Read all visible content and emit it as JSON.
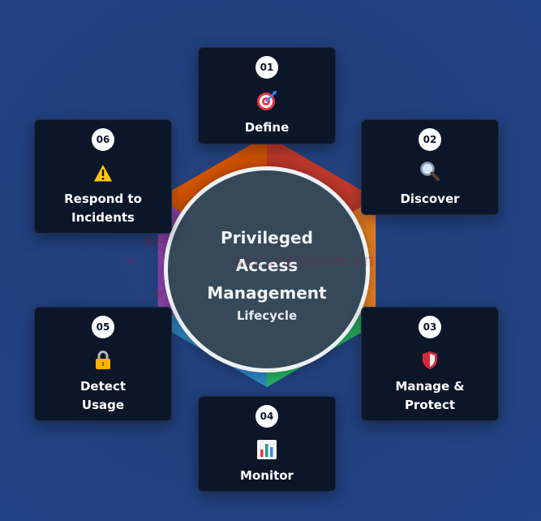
{
  "center": {
    "title_lines": [
      "Privileged",
      "Access",
      "Management"
    ],
    "subtitle": "Lifecycle"
  },
  "watermark": "securityzone.vn",
  "ring_colors": [
    "#c0392b",
    "#e67e22",
    "#27ae60",
    "#2e86c1",
    "#8e44ad",
    "#d35400"
  ],
  "steps": [
    {
      "number": "01",
      "label_lines": [
        "Define"
      ],
      "icon": "target-icon"
    },
    {
      "number": "02",
      "label_lines": [
        "Discover"
      ],
      "icon": "magnifier-icon"
    },
    {
      "number": "03",
      "label_lines": [
        "Manage &",
        "Protect"
      ],
      "icon": "shield-icon"
    },
    {
      "number": "04",
      "label_lines": [
        "Monitor"
      ],
      "icon": "bar-chart-icon"
    },
    {
      "number": "05",
      "label_lines": [
        "Detect",
        "Usage"
      ],
      "icon": "lock-icon"
    },
    {
      "number": "06",
      "label_lines": [
        "Respond to",
        "Incidents"
      ],
      "icon": "warning-icon"
    }
  ]
}
